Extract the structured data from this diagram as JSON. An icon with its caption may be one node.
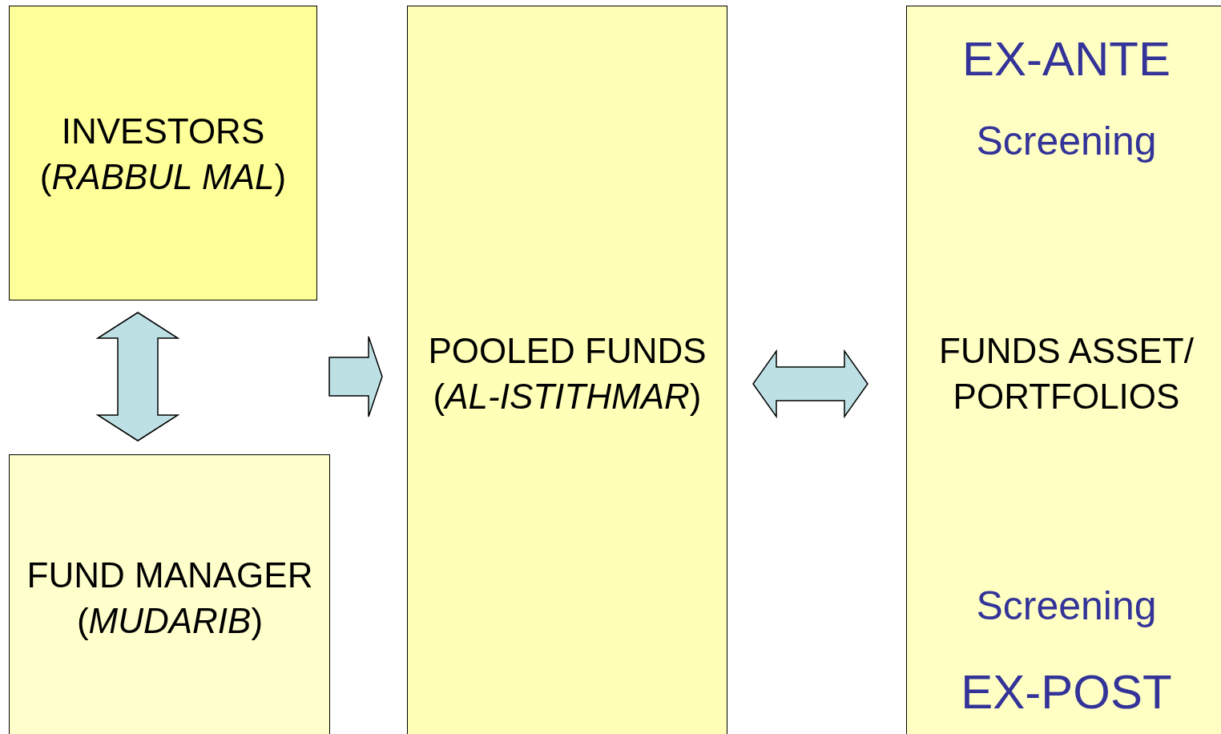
{
  "diagram": {
    "nodes": [
      {
        "text": [
          "INVESTORS (*RABBUL MAL*)"
        ]
      },
      {
        "text": [
          "FUND MANAGER (*MUDARIB*)"
        ]
      },
      {
        "text": [
          "POOLED FUNDS (*AL-ISTITHMAR*)"
        ]
      },
      {
        "text": [
          "EX-ANTE",
          "Screening",
          "FUNDS ASSET/ PORTFOLIOS",
          "Screening",
          "EX-POST"
        ]
      }
    ],
    "edges": [
      {
        "from": 0,
        "to": 1,
        "arrow": "both"
      },
      {
        "from": null,
        "to": 2,
        "arrow": "to"
      },
      {
        "from": 2,
        "to": 3,
        "arrow": "both"
      }
    ]
  }
}
